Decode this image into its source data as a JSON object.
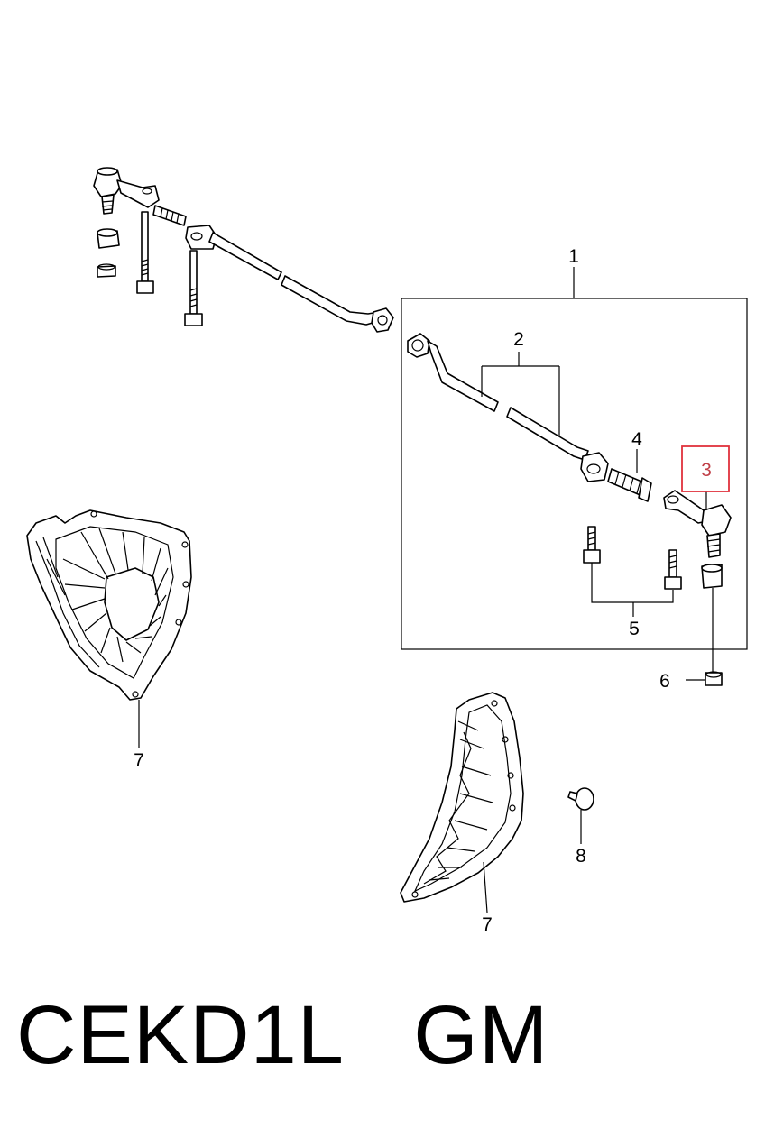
{
  "callouts": [
    {
      "id": "1",
      "text": "1"
    },
    {
      "id": "2",
      "text": "2"
    },
    {
      "id": "3",
      "text": "3",
      "highlighted": true
    },
    {
      "id": "4",
      "text": "4"
    },
    {
      "id": "5",
      "text": "5"
    },
    {
      "id": "6",
      "text": "6"
    },
    {
      "id": "7a",
      "text": "7"
    },
    {
      "id": "7b",
      "text": "7"
    },
    {
      "id": "8",
      "text": "8"
    }
  ],
  "caption": "CEKD1L   GM",
  "colors": {
    "highlight": "#e0323c",
    "ink": "#000000",
    "background": "#ffffff"
  }
}
